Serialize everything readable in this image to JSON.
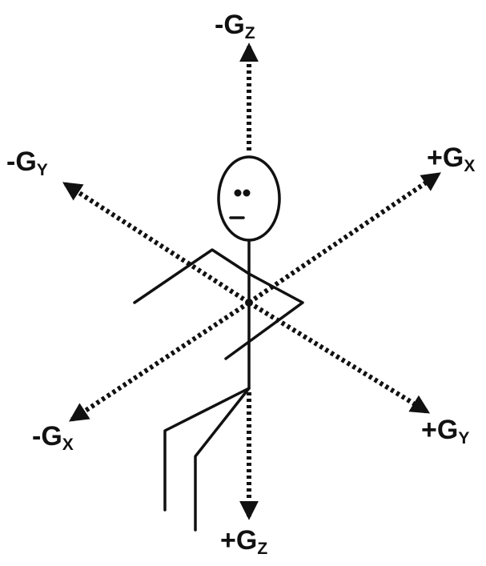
{
  "axes": {
    "neg_gz": {
      "sign": "-",
      "letter": "G",
      "sub": "Z"
    },
    "pos_gz": {
      "sign": "+",
      "letter": "G",
      "sub": "Z"
    },
    "neg_gy": {
      "sign": "-",
      "letter": "G",
      "sub": "Y"
    },
    "pos_gy": {
      "sign": "+",
      "letter": "G",
      "sub": "Y"
    },
    "neg_gx": {
      "sign": "-",
      "letter": "G",
      "sub": "X"
    },
    "pos_gx": {
      "sign": "+",
      "letter": "G",
      "sub": "X"
    }
  },
  "colors": {
    "ink": "#111111",
    "background": "#ffffff"
  }
}
